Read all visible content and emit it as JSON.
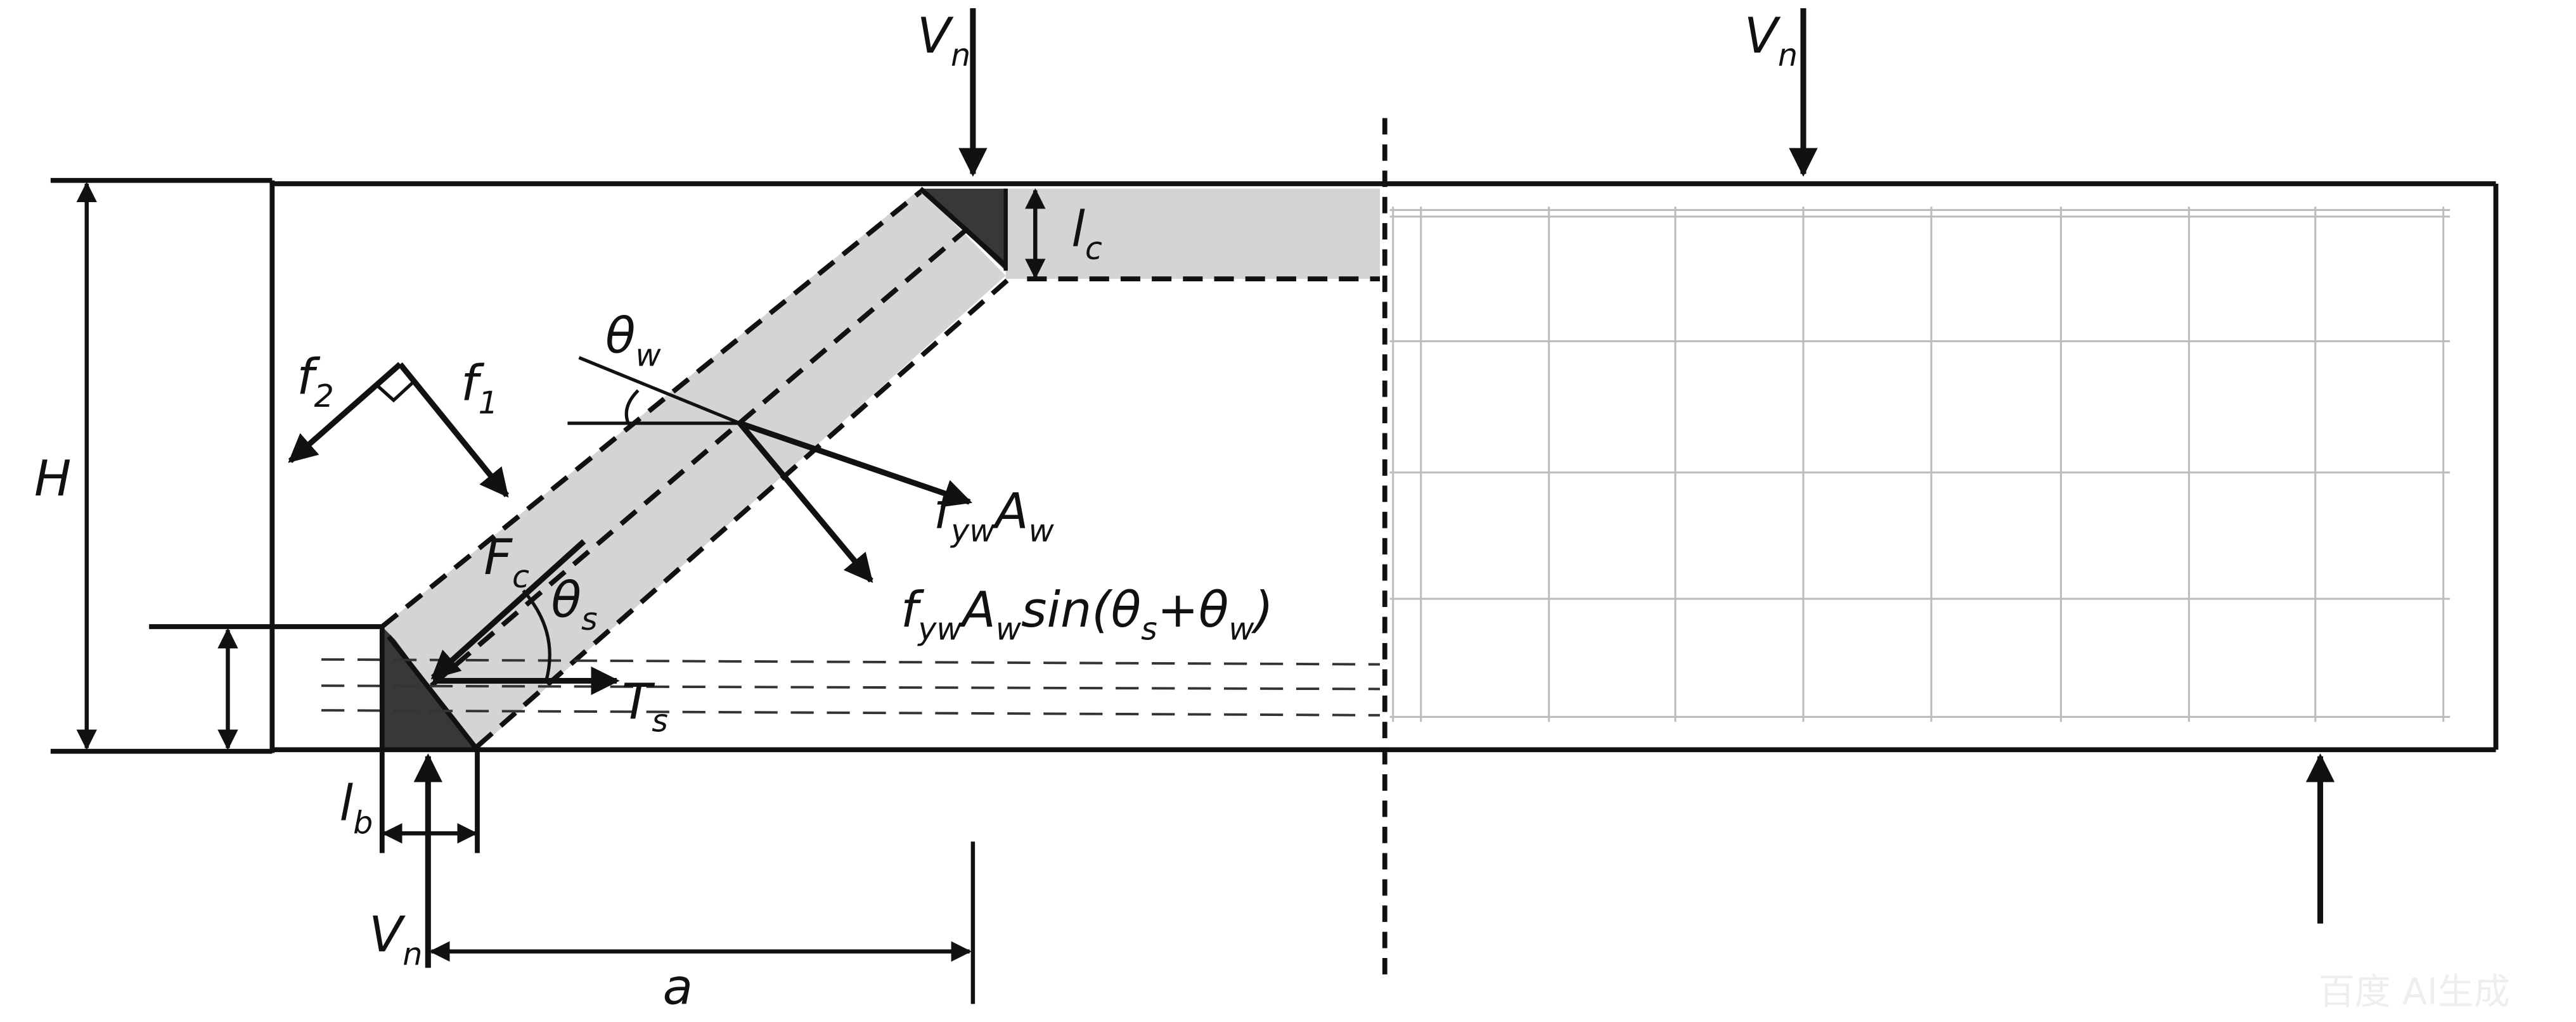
{
  "title": "Strut-and-tie model of deep beam",
  "colors": {
    "line": "#111111",
    "strut": "#d4d4d4",
    "node": "#383838",
    "grid": "#bdbdbd"
  },
  "labels": {
    "vn_top_left": {
      "main": "V",
      "sub": "n"
    },
    "vn_top_right": {
      "main": "V",
      "sub": "n"
    },
    "vn_bottom": {
      "main": "V",
      "sub": "n"
    },
    "H": "H",
    "lc": {
      "main": "l",
      "sub": "c"
    },
    "lb": {
      "main": "l",
      "sub": "b"
    },
    "a": "a",
    "f1": {
      "main": "f",
      "sub": "1"
    },
    "f2": {
      "main": "f",
      "sub": "2"
    },
    "theta_w": {
      "main": "θ",
      "sub": "w"
    },
    "theta_s": {
      "main": "θ",
      "sub": "s"
    },
    "Fc": {
      "main": "F",
      "sub": "c"
    },
    "Ts": {
      "main": "T",
      "sub": "s"
    },
    "fywAw": {
      "f": "f",
      "yw": "yw",
      "A": "A",
      "w": "w"
    },
    "fywAwsin": {
      "f": "f",
      "yw": "yw",
      "A": "A",
      "w": "w",
      "sin": "sin(",
      "th1": "θ",
      "s": "s",
      "plus": "+",
      "th2": "θ",
      "w2": "w",
      "close": ")"
    }
  },
  "watermark": "百度 AI生成"
}
